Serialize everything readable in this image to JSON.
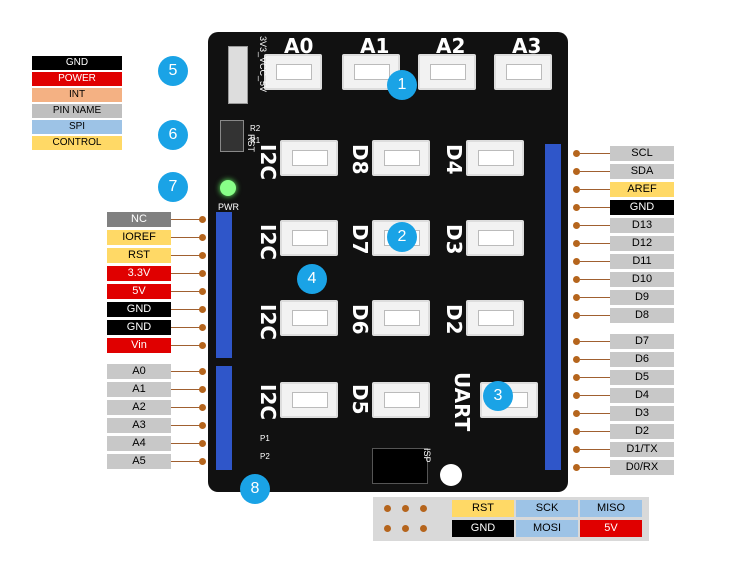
{
  "legend": [
    {
      "text": "GND",
      "bg": "#000000",
      "fg": "#ffffff"
    },
    {
      "text": "POWER",
      "bg": "#e00000",
      "fg": "#ffffff"
    },
    {
      "text": "INT",
      "bg": "#f4b183",
      "fg": "#000000"
    },
    {
      "text": "PIN NAME",
      "bg": "#bfbfbf",
      "fg": "#000000"
    },
    {
      "text": "SPI",
      "bg": "#9dc3e6",
      "fg": "#000000"
    },
    {
      "text": "CONTROL",
      "bg": "#ffd966",
      "fg": "#000000"
    }
  ],
  "left_pins": [
    {
      "text": "NC",
      "bg": "#808080",
      "fg": "#ffffff"
    },
    {
      "text": "IOREF",
      "bg": "#ffd966",
      "fg": "#000000"
    },
    {
      "text": "RST",
      "bg": "#ffd966",
      "fg": "#000000"
    },
    {
      "text": "3.3V",
      "bg": "#e00000",
      "fg": "#ffffff"
    },
    {
      "text": "5V",
      "bg": "#e00000",
      "fg": "#ffffff"
    },
    {
      "text": "GND",
      "bg": "#000000",
      "fg": "#ffffff"
    },
    {
      "text": "GND",
      "bg": "#000000",
      "fg": "#ffffff"
    },
    {
      "text": "Vin",
      "bg": "#e00000",
      "fg": "#ffffff"
    },
    {
      "text": "A0",
      "bg": "#c8c8c8",
      "fg": "#000000"
    },
    {
      "text": "A1",
      "bg": "#c8c8c8",
      "fg": "#000000"
    },
    {
      "text": "A2",
      "bg": "#c8c8c8",
      "fg": "#000000"
    },
    {
      "text": "A3",
      "bg": "#c8c8c8",
      "fg": "#000000"
    },
    {
      "text": "A4",
      "bg": "#c8c8c8",
      "fg": "#000000"
    },
    {
      "text": "A5",
      "bg": "#c8c8c8",
      "fg": "#000000"
    }
  ],
  "right_pins": [
    {
      "text": "SCL",
      "bg": "#c8c8c8",
      "fg": "#000000"
    },
    {
      "text": "SDA",
      "bg": "#c8c8c8",
      "fg": "#000000"
    },
    {
      "text": "AREF",
      "bg": "#ffd966",
      "fg": "#000000"
    },
    {
      "text": "GND",
      "bg": "#000000",
      "fg": "#ffffff"
    },
    {
      "text": "D13",
      "bg": "#c8c8c8",
      "fg": "#000000"
    },
    {
      "text": "D12",
      "bg": "#c8c8c8",
      "fg": "#000000"
    },
    {
      "text": "D11",
      "bg": "#c8c8c8",
      "fg": "#000000"
    },
    {
      "text": "D10",
      "bg": "#c8c8c8",
      "fg": "#000000"
    },
    {
      "text": "D9",
      "bg": "#c8c8c8",
      "fg": "#000000"
    },
    {
      "text": "D8",
      "bg": "#c8c8c8",
      "fg": "#000000"
    },
    {
      "text": "D7",
      "bg": "#c8c8c8",
      "fg": "#000000"
    },
    {
      "text": "D6",
      "bg": "#c8c8c8",
      "fg": "#000000"
    },
    {
      "text": "D5",
      "bg": "#c8c8c8",
      "fg": "#000000"
    },
    {
      "text": "D4",
      "bg": "#c8c8c8",
      "fg": "#000000"
    },
    {
      "text": "D3",
      "bg": "#c8c8c8",
      "fg": "#000000"
    },
    {
      "text": "D2",
      "bg": "#c8c8c8",
      "fg": "#000000"
    },
    {
      "text": "D1/TX",
      "bg": "#c8c8c8",
      "fg": "#000000"
    },
    {
      "text": "D0/RX",
      "bg": "#c8c8c8",
      "fg": "#000000"
    }
  ],
  "board": {
    "analog": [
      "A0",
      "A1",
      "A2",
      "A3"
    ],
    "digital_col1": [
      "D8",
      "D7",
      "D6",
      "D5"
    ],
    "digital_col2": [
      "D4",
      "D3",
      "D2"
    ],
    "i2c": "I2C",
    "uart": "UART",
    "switch_label": "3V3_VCC_5V",
    "rst": "RST",
    "pwr": "PWR",
    "isp": "ISP",
    "p1": "P1",
    "p2": "P2",
    "r1": "R1",
    "r2": "R2"
  },
  "callouts": [
    "1",
    "2",
    "3",
    "4",
    "5",
    "6",
    "7",
    "8"
  ],
  "isp_table": [
    [
      {
        "text": "RST",
        "bg": "#ffd966",
        "fg": "#000000"
      },
      {
        "text": "SCK",
        "bg": "#9dc3e6",
        "fg": "#000000"
      },
      {
        "text": "MISO",
        "bg": "#9dc3e6",
        "fg": "#000000"
      }
    ],
    [
      {
        "text": "GND",
        "bg": "#000000",
        "fg": "#ffffff"
      },
      {
        "text": "MOSI",
        "bg": "#9dc3e6",
        "fg": "#000000"
      },
      {
        "text": "5V",
        "bg": "#e00000",
        "fg": "#ffffff"
      }
    ]
  ]
}
